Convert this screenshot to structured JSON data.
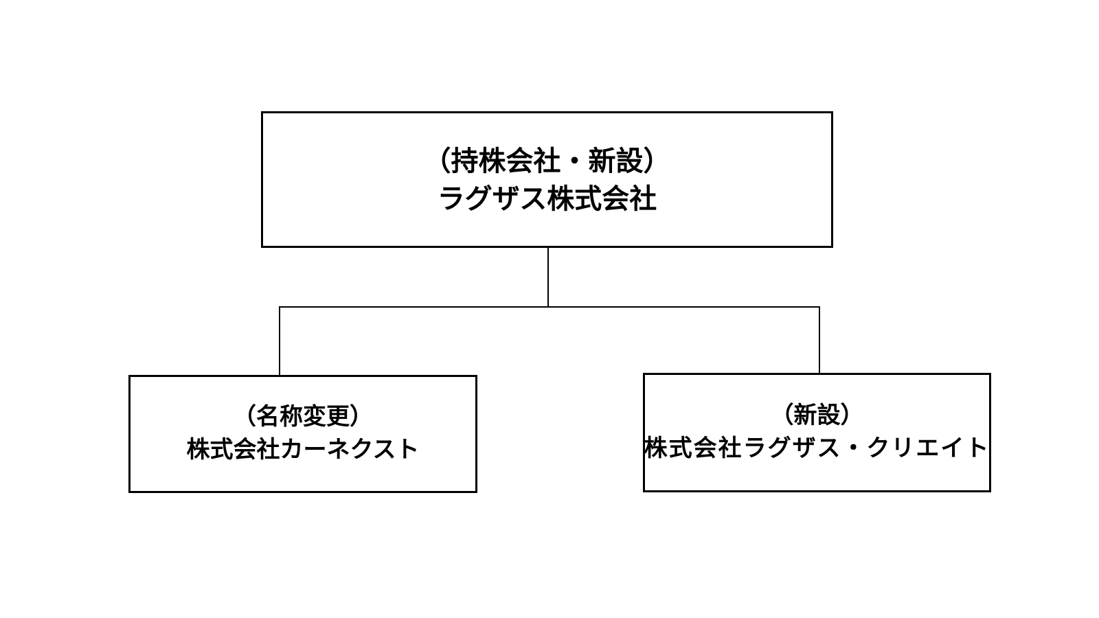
{
  "diagram": {
    "type": "org-chart",
    "background_color": "#ffffff",
    "border_color": "#000000",
    "text_color": "#000000",
    "nodes": [
      {
        "id": "parent",
        "tag": "（持株会社・新設）",
        "company": "ラグザス株式会社"
      },
      {
        "id": "child-left",
        "tag": "（名称変更）",
        "company": "株式会社カーネクスト"
      },
      {
        "id": "child-right",
        "tag": "（新設）",
        "company": "株式会社ラグザス・クリエイト"
      }
    ]
  }
}
